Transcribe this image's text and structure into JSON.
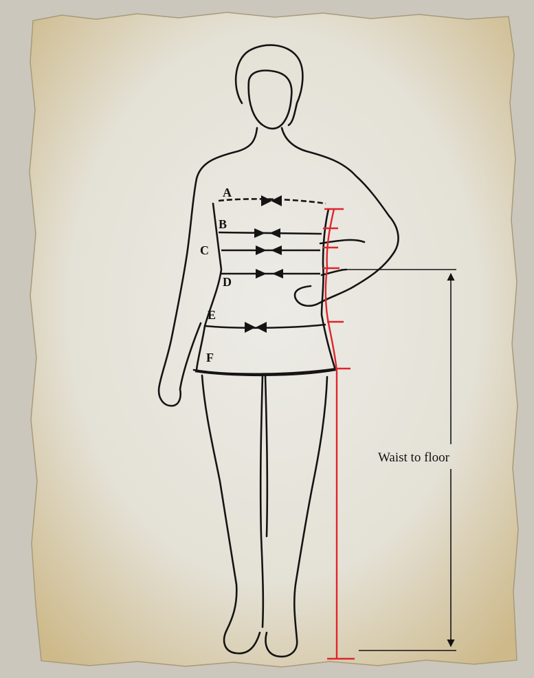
{
  "labels": {
    "a": "A",
    "b": "B",
    "c": "C",
    "d": "D",
    "e": "E",
    "f": "F"
  },
  "waist_to_floor_label": "Waist to floor",
  "colors": {
    "paper": "#e7e4dc",
    "paper_edge": "#d8c79a",
    "ink": "#141414",
    "red_line": "#e0242b"
  }
}
